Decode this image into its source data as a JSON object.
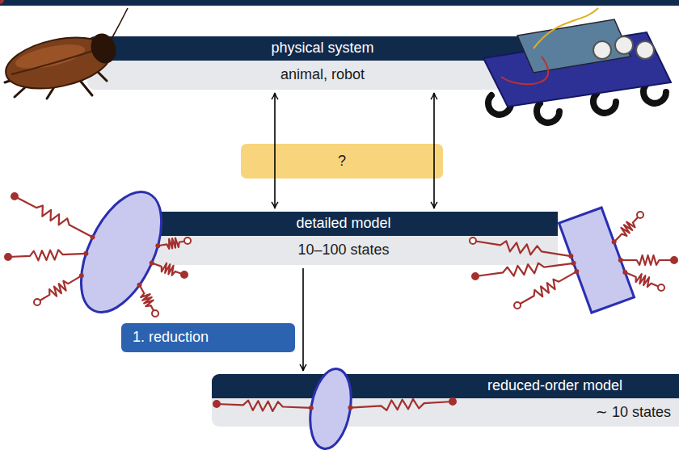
{
  "diagram": {
    "nodes": [
      {
        "text": [
          "physical system",
          "animal, robot"
        ]
      },
      {
        "text": [
          "?"
        ]
      },
      {
        "text": [
          "detailed model",
          "10–100 states"
        ]
      },
      {
        "text": [
          "reduced-order model",
          "∼ 10 states"
        ]
      }
    ],
    "edges": [
      {
        "from": 0,
        "to": 2,
        "arrow": "both"
      },
      {
        "from": 0,
        "to": 2,
        "arrow": "both"
      },
      {
        "from": 2,
        "to": 3,
        "arrow": "to",
        "label": "1. reduction"
      }
    ]
  }
}
